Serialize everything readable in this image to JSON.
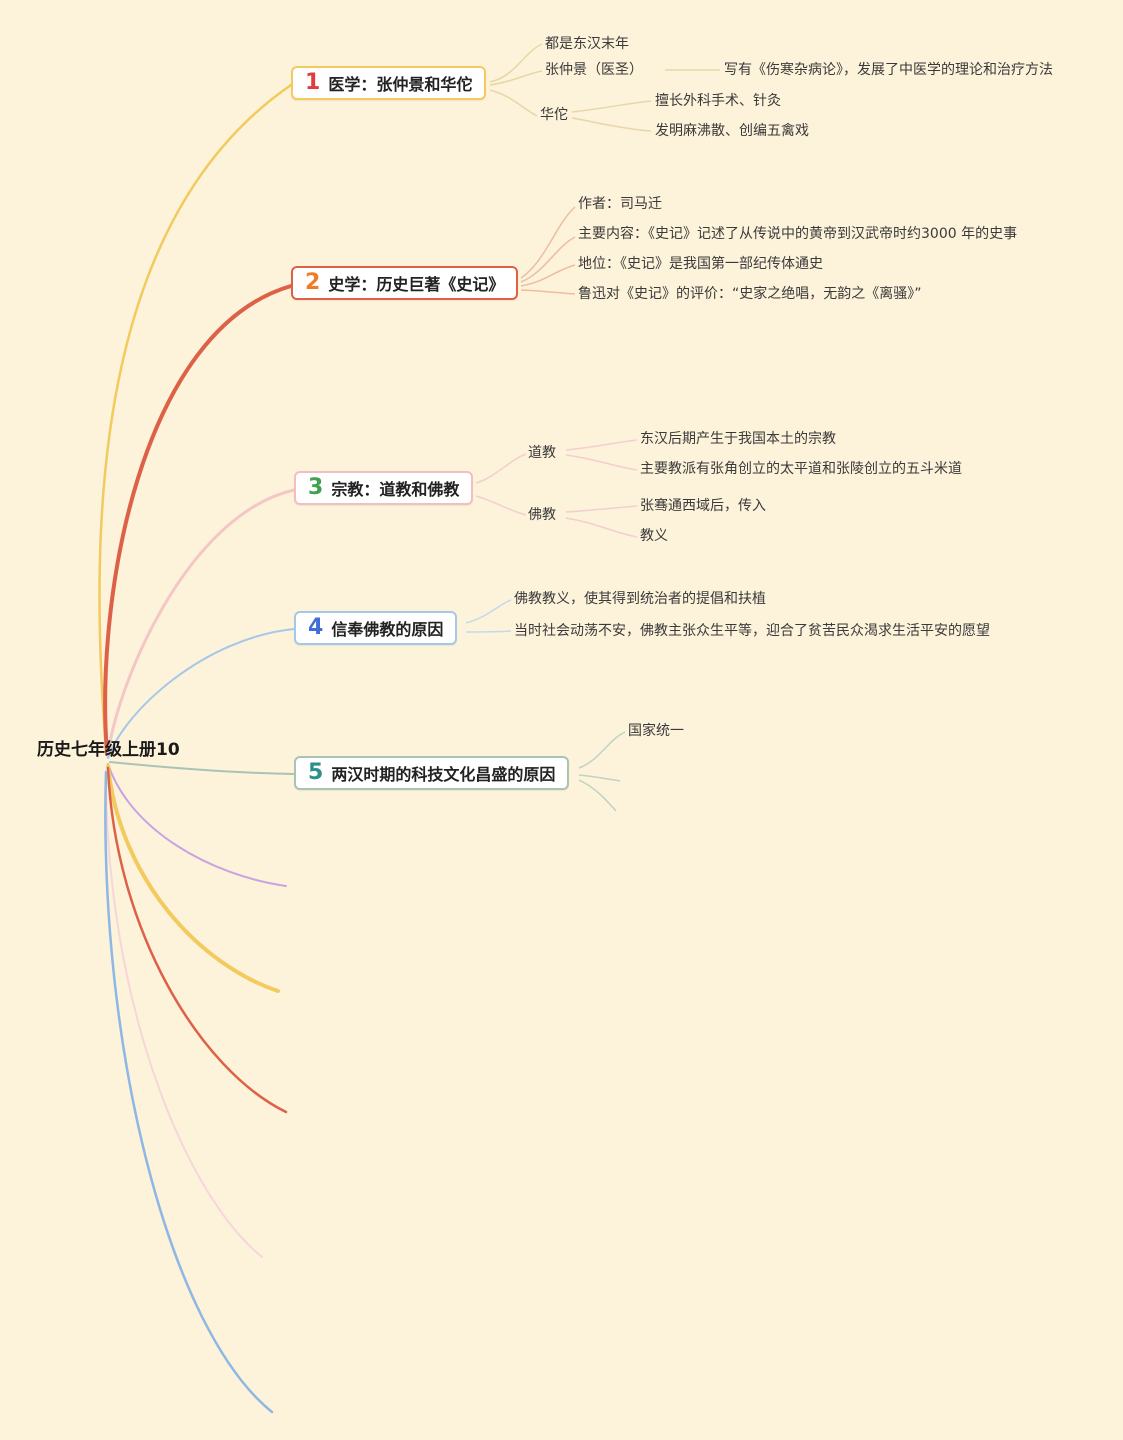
{
  "root_label": "历史七年级上册10",
  "colors": {
    "bg": "#fdf2da",
    "branch1": "#f2ca5e",
    "branch2": "#dd6147",
    "branch3": "#f4c7c6",
    "branch4": "#a6c8e8",
    "branch5": "#a9c3b5",
    "purple": "#c9a4e2",
    "pink_light": "#f6d6da",
    "blue_light": "#8db7e4",
    "line1": "#e7d7a6",
    "line2": "#edbda2",
    "line3": "#f3cfcf",
    "line4": "#c4d9ee",
    "line5": "#c0d2c6",
    "num1": "#e23c3c",
    "num2": "#ef7d26",
    "num3": "#3fa14d",
    "num4": "#3f6fd6",
    "num5": "#2d8f8a",
    "border1": "#f2ca5e",
    "border2": "#dd6147",
    "border3": "#f2bfc0",
    "border4": "#a6c8e8",
    "border5": "#a9c3b5"
  },
  "b1": {
    "num": "1",
    "title": "医学：张仲景和华佗",
    "both": "都是东汉末年",
    "zhang": "张仲景（医圣）",
    "zhang_detail": "写有《伤寒杂病论》，发展了中医学的理论和治疗方法",
    "hua": "华佗",
    "hua_d1": "擅长外科手术、针灸",
    "hua_d2": "发明麻沸散、创编五禽戏"
  },
  "b2": {
    "num": "2",
    "title": "史学：历史巨著《史记》",
    "author": "作者：司马迁",
    "content": "主要内容：《史记》记述了从传说中的黄帝到汉武帝时约3000 年的史事",
    "status": "地位：《史记》是我国第一部纪传体通史",
    "luxun": "鲁迅对《史记》的评价：“史家之绝唱，无韵之《离骚》”"
  },
  "b3": {
    "num": "3",
    "title": "宗教：道教和佛教",
    "dao": "道教",
    "dao_d1": "东汉后期产生于我国本土的宗教",
    "dao_d2": "主要教派有张角创立的太平道和张陵创立的五斗米道",
    "fo": "佛教",
    "fo_d1": "张骞通西域后，传入",
    "fo_d2": "教义"
  },
  "b4": {
    "num": "4",
    "title": "信奉佛教的原因",
    "r1": "佛教教义，使其得到统治者的提倡和扶植",
    "r2": "当时社会动荡不安，佛教主张众生平等，迎合了贫苦民众渴求生活平安的愿望"
  },
  "b5": {
    "num": "5",
    "title": "两汉时期的科技文化昌盛的原因",
    "r1": "国家统一"
  }
}
